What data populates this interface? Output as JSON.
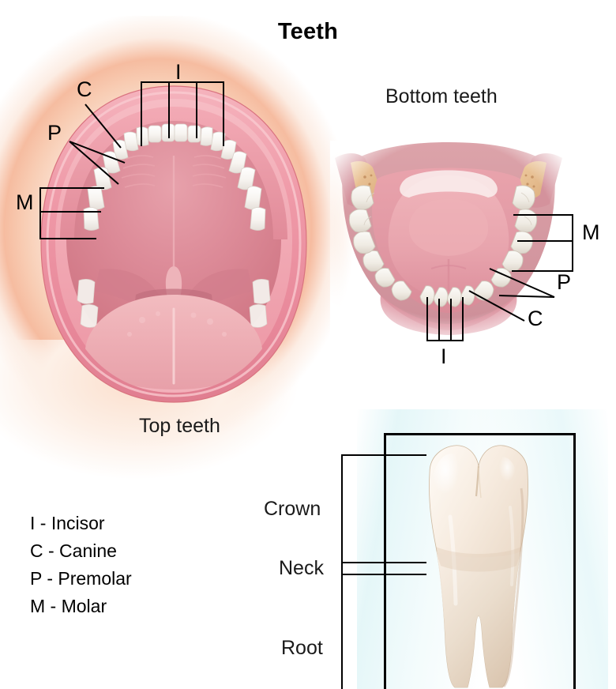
{
  "page": {
    "title": "Teeth"
  },
  "captions": {
    "top_teeth": "Top teeth",
    "bottom_teeth": "Bottom teeth"
  },
  "top_diagram": {
    "labels": {
      "incisor": "I",
      "canine": "C",
      "premolar": "P",
      "molar": "M"
    }
  },
  "bottom_diagram": {
    "labels": {
      "incisor": "I",
      "canine": "C",
      "premolar": "P",
      "molar": "M"
    }
  },
  "tooth_anatomy": {
    "labels": {
      "crown": "Crown",
      "neck": "Neck",
      "root": "Root"
    }
  },
  "legend": {
    "items": [
      {
        "key": "I",
        "text": "I - Incisor"
      },
      {
        "key": "C",
        "text": "C - Canine"
      },
      {
        "key": "P",
        "text": "P - Premolar"
      },
      {
        "key": "M",
        "text": "M - Molar"
      }
    ]
  },
  "colors": {
    "line": "#000000",
    "text": "#000000",
    "lip_outer": "#e9879a",
    "lip_inner": "#f0a0ad",
    "palate": "#d97c8c",
    "palate_light": "#e99aa6",
    "tongue": "#edafb5",
    "tooth_white": "#f7f5f2",
    "tooth_ivory": "#ece0d2",
    "gum": "#dd8391",
    "bone": "#e8c59a",
    "glow_peach": "#f6bca0",
    "panel_cyan": "#e0f5f7"
  }
}
